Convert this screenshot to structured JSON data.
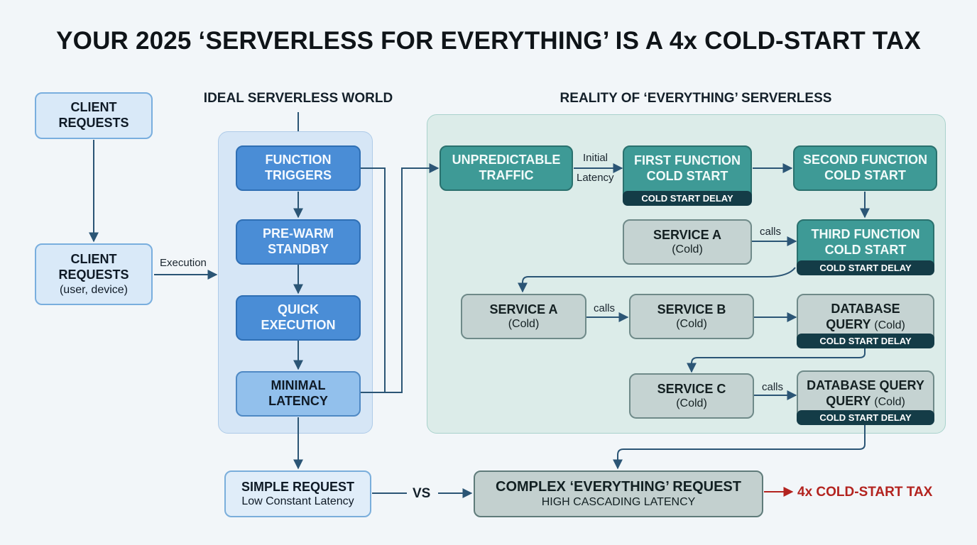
{
  "title": "YOUR 2025 ‘SERVERLESS FOR EVERYTHING’ IS A 4x COLD-START TAX",
  "sections": {
    "ideal": "IDEAL SERVERLESS WORLD",
    "reality": "REALITY OF ‘EVERYTHING’ SERVERLESS"
  },
  "client_top": {
    "line1": "CLIENT",
    "line2": "REQUESTS"
  },
  "client_main": {
    "line1": "CLIENT",
    "line2": "REQUESTS",
    "sub": "(user, device)"
  },
  "ideal_steps": [
    {
      "line1": "FUNCTION",
      "line2": "TRIGGERS"
    },
    {
      "line1": "PRE-WARM",
      "line2": "STANDBY"
    },
    {
      "line1": "QUICK",
      "line2": "EXECUTION"
    },
    {
      "line1": "MINIMAL",
      "line2": "LATENCY"
    }
  ],
  "reality": {
    "traffic": {
      "line1": "UNPREDICTABLE",
      "line2": "TRAFFIC"
    },
    "first_fn": {
      "line1": "FIRST FUNCTION",
      "line2": "COLD START"
    },
    "second_fn": {
      "line1": "SECOND FUNCTION",
      "line2": "COLD START"
    },
    "third_fn": {
      "line1": "THIRD FUNCTION",
      "line2": "COLD START"
    },
    "service_a_top": {
      "name": "SERVICE A",
      "state": "(Cold)"
    },
    "service_a": {
      "name": "SERVICE A",
      "state": "(Cold)"
    },
    "service_b": {
      "name": "SERVICE B",
      "state": "(Cold)"
    },
    "service_c": {
      "name": "SERVICE C",
      "state": "(Cold)"
    },
    "db_query_1": {
      "line1": "DATABASE",
      "line2_bold": "QUERY",
      "state": "(Cold)"
    },
    "db_query_2": {
      "line1": "DATABASE QUERY",
      "line2_bold": "QUERY",
      "state": "(Cold)"
    },
    "cold_start_delay": "COLD START DELAY"
  },
  "edge_labels": {
    "execution": "Execution",
    "initial": "Initial",
    "latency": "Latency",
    "calls": "calls"
  },
  "bottom": {
    "simple": {
      "title": "SIMPLE REQUEST",
      "sub": "Low Constant Latency"
    },
    "vs": "VS",
    "complex": {
      "title": "COMPLEX ‘EVERYTHING’ REQUEST",
      "sub": "HIGH CASCADING LATENCY"
    },
    "tax": "4x COLD-START TAX"
  },
  "colors": {
    "ideal_box": "#4a8dd6",
    "reality_box": "#3e9a96",
    "cold_box": "#c5d3d2",
    "delay_badge": "#143c47",
    "tax_text": "#b3231f",
    "arrow": "#2b5575"
  }
}
